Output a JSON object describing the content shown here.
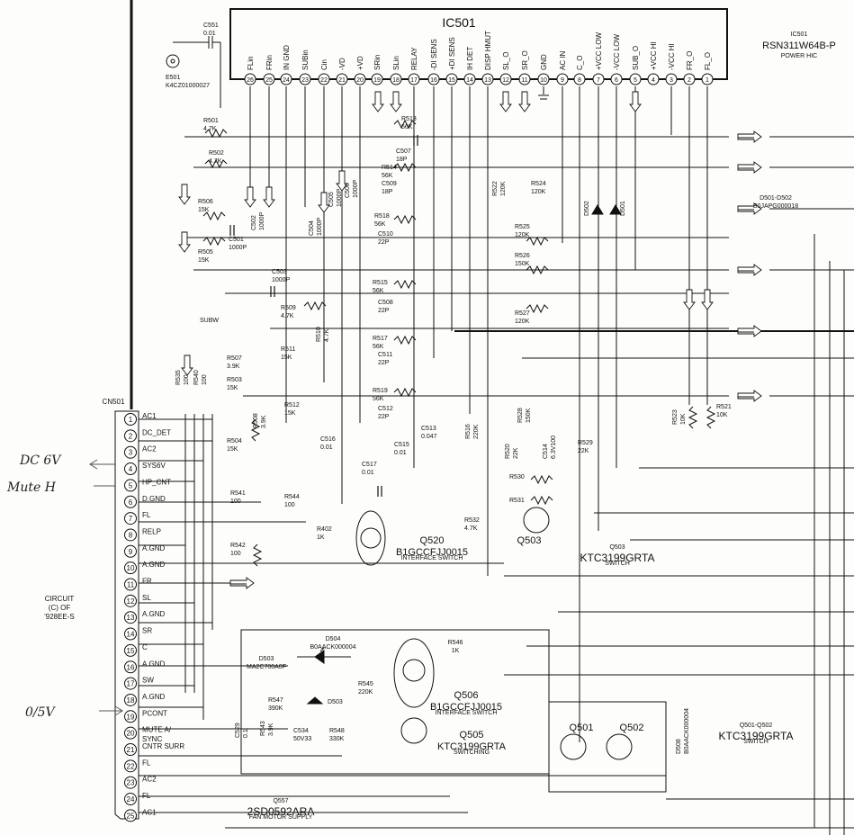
{
  "ic": {
    "ref": "IC501",
    "ref_right": "IC501",
    "part": "RSN311W64B-P",
    "desc": "POWER HIC"
  },
  "ic_pins": [
    {
      "num": "26",
      "name": "FLin"
    },
    {
      "num": "25",
      "name": "FRin"
    },
    {
      "num": "24",
      "name": "IN GND"
    },
    {
      "num": "23",
      "name": "SUBin"
    },
    {
      "num": "22",
      "name": "Cin"
    },
    {
      "num": "21",
      "name": "-VD"
    },
    {
      "num": "20",
      "name": "+VD"
    },
    {
      "num": "19",
      "name": "SRin"
    },
    {
      "num": "18",
      "name": "SLin"
    },
    {
      "num": "17",
      "name": "RELAY"
    },
    {
      "num": "16",
      "name": "-DI SENS"
    },
    {
      "num": "15",
      "name": "+DI SENS"
    },
    {
      "num": "14",
      "name": "IH DET"
    },
    {
      "num": "13",
      "name": "DISP HMUT"
    },
    {
      "num": "12",
      "name": "SL_O"
    },
    {
      "num": "11",
      "name": "SR_O"
    },
    {
      "num": "10",
      "name": "GND"
    },
    {
      "num": "9",
      "name": "AC IN"
    },
    {
      "num": "8",
      "name": "C_O"
    },
    {
      "num": "7",
      "name": "+VCC LOW"
    },
    {
      "num": "6",
      "name": "-VCC LOW"
    },
    {
      "num": "5",
      "name": "SUB_O"
    },
    {
      "num": "4",
      "name": "+VCC HI"
    },
    {
      "num": "3",
      "name": "-VCC HI"
    },
    {
      "num": "2",
      "name": "FR_O"
    },
    {
      "num": "1",
      "name": "FL_O"
    }
  ],
  "connector": {
    "ref": "CN501",
    "pins": [
      {
        "num": "1",
        "name": "AC1"
      },
      {
        "num": "2",
        "name": "DC_DET"
      },
      {
        "num": "3",
        "name": "AC2"
      },
      {
        "num": "4",
        "name": "SYS6V"
      },
      {
        "num": "5",
        "name": "HP_CNT"
      },
      {
        "num": "6",
        "name": "D.GND"
      },
      {
        "num": "7",
        "name": "FL"
      },
      {
        "num": "8",
        "name": "RELP"
      },
      {
        "num": "9",
        "name": "A.GND"
      },
      {
        "num": "10",
        "name": "A.GND"
      },
      {
        "num": "11",
        "name": "FR"
      },
      {
        "num": "12",
        "name": "SL"
      },
      {
        "num": "13",
        "name": "A.GND"
      },
      {
        "num": "14",
        "name": "SR"
      },
      {
        "num": "15",
        "name": "C"
      },
      {
        "num": "16",
        "name": "A.GND"
      },
      {
        "num": "17",
        "name": "SW"
      },
      {
        "num": "18",
        "name": "A.GND"
      },
      {
        "num": "19",
        "name": "PCONT"
      },
      {
        "num": "20",
        "name": "MUTE A/"
      },
      {
        "num": "21",
        "name": "CNTR SURR"
      },
      {
        "num": "22",
        "name": "FL"
      },
      {
        "num": "23",
        "name": "AC2"
      },
      {
        "num": "24",
        "name": "FL"
      },
      {
        "num": "25",
        "name": "AC1"
      }
    ],
    "extra": [
      "SYNC"
    ]
  },
  "circuit_note": [
    "CIRCUIT",
    "(C) OF",
    "'928EE-S"
  ],
  "handwritten": {
    "dc6v": "DC 6V",
    "mute": "Mute H",
    "zero5v": "0/5V"
  },
  "components": [
    {
      "id": "c551",
      "lines": [
        "C551",
        "0.01"
      ]
    },
    {
      "id": "e501",
      "lines": [
        "E501",
        "K4CZ01000027"
      ]
    },
    {
      "id": "r501",
      "lines": [
        "R501",
        "4.7K"
      ]
    },
    {
      "id": "r502",
      "lines": [
        "R502",
        "4.7K"
      ]
    },
    {
      "id": "r506",
      "lines": [
        "R506",
        "15K"
      ]
    },
    {
      "id": "r505",
      "lines": [
        "R505",
        "15K"
      ]
    },
    {
      "id": "c501",
      "lines": [
        "C501",
        "1000P"
      ]
    },
    {
      "id": "c502",
      "lines": [
        "C502",
        "1000P"
      ]
    },
    {
      "id": "c503",
      "lines": [
        "C503",
        "1000P"
      ]
    },
    {
      "id": "c504",
      "lines": [
        "C504",
        "1000P"
      ]
    },
    {
      "id": "c505",
      "lines": [
        "C505",
        "1000P"
      ]
    },
    {
      "id": "c506",
      "lines": [
        "C506",
        "1000P"
      ]
    },
    {
      "id": "r509",
      "lines": [
        "R509",
        "4.7K"
      ]
    },
    {
      "id": "r510",
      "lines": [
        "R510",
        "4.7K"
      ]
    },
    {
      "id": "r511",
      "lines": [
        "R511",
        "15K"
      ]
    },
    {
      "id": "r507",
      "lines": [
        "R507",
        "3.9K"
      ]
    },
    {
      "id": "r503",
      "lines": [
        "R503",
        "15K"
      ]
    },
    {
      "id": "r512",
      "lines": [
        "R512",
        "15K"
      ]
    },
    {
      "id": "r508",
      "lines": [
        "R508",
        "3.9K"
      ]
    },
    {
      "id": "r504",
      "lines": [
        "R504",
        "15K"
      ]
    },
    {
      "id": "r541",
      "lines": [
        "R541",
        "100"
      ]
    },
    {
      "id": "r542",
      "lines": [
        "R542",
        "100"
      ]
    },
    {
      "id": "r544",
      "lines": [
        "R544",
        "100"
      ]
    },
    {
      "id": "r535",
      "lines": [
        "R535",
        "100"
      ]
    },
    {
      "id": "r540",
      "lines": [
        "R540",
        "100"
      ]
    },
    {
      "id": "subw",
      "lines": [
        "SUBW"
      ]
    },
    {
      "id": "r513",
      "lines": [
        "R513",
        "56K"
      ]
    },
    {
      "id": "c507",
      "lines": [
        "C507",
        "18P"
      ]
    },
    {
      "id": "r514",
      "lines": [
        "R514",
        "56K"
      ]
    },
    {
      "id": "c509",
      "lines": [
        "C509",
        "18P"
      ]
    },
    {
      "id": "r518",
      "lines": [
        "R518",
        "56K"
      ]
    },
    {
      "id": "c510",
      "lines": [
        "C510",
        "22P"
      ]
    },
    {
      "id": "r515",
      "lines": [
        "R515",
        "56K"
      ]
    },
    {
      "id": "c508",
      "lines": [
        "C508",
        "22P"
      ]
    },
    {
      "id": "r517",
      "lines": [
        "R517",
        "56K"
      ]
    },
    {
      "id": "c511",
      "lines": [
        "C511",
        "22P"
      ]
    },
    {
      "id": "r519",
      "lines": [
        "R519",
        "56K"
      ]
    },
    {
      "id": "c512",
      "lines": [
        "C512",
        "22P"
      ]
    },
    {
      "id": "c513",
      "lines": [
        "C513",
        "0.047"
      ]
    },
    {
      "id": "r516",
      "lines": [
        "R516",
        "220K"
      ]
    },
    {
      "id": "c515",
      "lines": [
        "C515",
        "0.01"
      ]
    },
    {
      "id": "c516",
      "lines": [
        "C516",
        "0.01"
      ]
    },
    {
      "id": "c517",
      "lines": [
        "C517",
        "0.01"
      ]
    },
    {
      "id": "r402",
      "lines": [
        "R402",
        "1K"
      ]
    },
    {
      "id": "r532",
      "lines": [
        "R532",
        "4.7K"
      ]
    },
    {
      "id": "r522",
      "lines": [
        "R522",
        "120K"
      ]
    },
    {
      "id": "r524",
      "lines": [
        "R524",
        "120K"
      ]
    },
    {
      "id": "r525",
      "lines": [
        "R525",
        "120K"
      ]
    },
    {
      "id": "r526",
      "lines": [
        "R526",
        "150K"
      ]
    },
    {
      "id": "r527",
      "lines": [
        "R527",
        "120K"
      ]
    },
    {
      "id": "r528",
      "lines": [
        "R528",
        "150K"
      ]
    },
    {
      "id": "r520",
      "lines": [
        "R520",
        "22K"
      ]
    },
    {
      "id": "c514",
      "lines": [
        "C514",
        "6.3V100"
      ]
    },
    {
      "id": "r529",
      "lines": [
        "R529",
        "22K"
      ]
    },
    {
      "id": "r530",
      "lines": [
        "R530"
      ]
    },
    {
      "id": "r531",
      "lines": [
        "R531"
      ]
    },
    {
      "id": "r521",
      "lines": [
        "R521",
        "10K"
      ]
    },
    {
      "id": "r523",
      "lines": [
        "R523",
        "10K"
      ]
    },
    {
      "id": "d501d502",
      "lines": [
        "D501-D502",
        "B0JAPG000018"
      ]
    },
    {
      "id": "d502",
      "lines": [
        "D502"
      ]
    },
    {
      "id": "d501",
      "lines": [
        "D501"
      ]
    },
    {
      "id": "q520",
      "lines": [
        "Q520",
        "B1GCCFJJ0015",
        "INTERFACE SWITCH"
      ]
    },
    {
      "id": "q503",
      "lines": [
        "Q503"
      ]
    },
    {
      "id": "q503b",
      "lines": [
        "Q503",
        "KTC3199GRTA",
        "SWITCH"
      ]
    },
    {
      "id": "d504",
      "lines": [
        "D504",
        "B0AACK000004"
      ]
    },
    {
      "id": "d503",
      "lines": [
        "D503",
        "MA2C700A0F"
      ]
    },
    {
      "id": "r546",
      "lines": [
        "R546",
        "1K"
      ]
    },
    {
      "id": "r545",
      "lines": [
        "R545",
        "220K"
      ]
    },
    {
      "id": "r547",
      "lines": [
        "R547",
        "390K"
      ]
    },
    {
      "id": "d503b",
      "lines": [
        "D503"
      ]
    },
    {
      "id": "c529",
      "lines": [
        "C529",
        "0.1"
      ]
    },
    {
      "id": "r543",
      "lines": [
        "R543",
        "3.9K"
      ]
    },
    {
      "id": "c534",
      "lines": [
        "C534",
        "50V33"
      ]
    },
    {
      "id": "r548",
      "lines": [
        "R548",
        "330K"
      ]
    },
    {
      "id": "q506",
      "lines": [
        "Q506",
        "B1GCCFJJ0015",
        "INTERFACE SWITCH"
      ]
    },
    {
      "id": "q505",
      "lines": [
        "Q505",
        "KTC3199GRTA",
        "SWITCHING"
      ]
    },
    {
      "id": "q501",
      "lines": [
        "Q501"
      ]
    },
    {
      "id": "q502",
      "lines": [
        "Q502"
      ]
    },
    {
      "id": "d508",
      "lines": [
        "D508",
        "B0AACK000004"
      ]
    },
    {
      "id": "q501q502",
      "lines": [
        "Q501-Q502",
        "KTC3199GRTA",
        "SWITCH"
      ]
    },
    {
      "id": "q557",
      "lines": [
        "Q557",
        "2SD0592ARA",
        "FAN MOTOR SUPPLY"
      ]
    }
  ]
}
